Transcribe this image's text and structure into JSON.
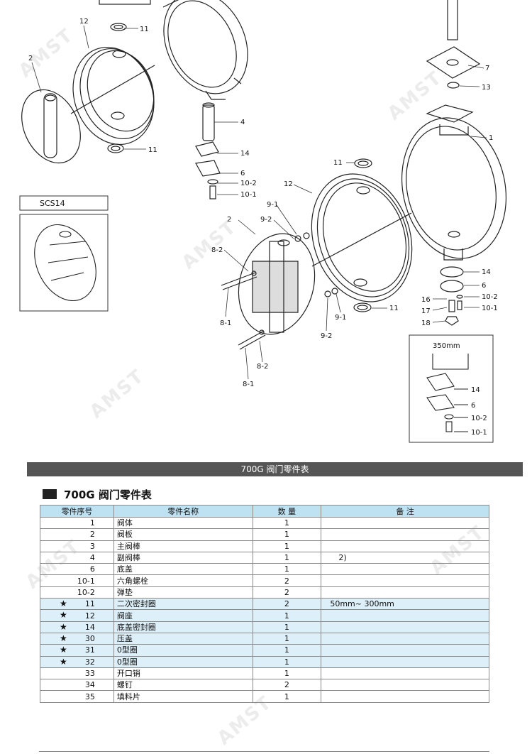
{
  "drawing": {
    "callouts": {
      "c11a": "11",
      "c12a": "12",
      "c2a": "2",
      "c11b": "11",
      "c4": "4",
      "c14a": "14",
      "c6a": "6",
      "c102a": "10-2",
      "c101a": "10-1",
      "c7": "7",
      "c13": "13",
      "c1": "1",
      "c11c": "11",
      "c12b": "12",
      "c91a": "9-1",
      "c92a": "9-2",
      "c2b": "2",
      "c82a": "8-2",
      "c81a": "8-1",
      "c82b": "8-2",
      "c81b": "8-1",
      "c11d": "11",
      "c91b": "9-1",
      "c92b": "9-2",
      "c14b": "14",
      "c6b": "6",
      "c16": "16",
      "c102b": "10-2",
      "c17": "17",
      "c101b": "10-1",
      "c18": "18",
      "c14c": "14",
      "c6c": "6",
      "c102c": "10-2",
      "c101c": "10-1"
    },
    "scs_label": "SCS14",
    "inset_label": "350mm"
  },
  "banner": "700G  阀门零件表",
  "section_title": "700G  阀门零件表",
  "table": {
    "headers": [
      "零件序号",
      "零件名称",
      "数  量",
      "备    注"
    ],
    "rows": [
      {
        "star": "",
        "no": "1",
        "name": "阀体",
        "qty": "1",
        "note": ""
      },
      {
        "star": "",
        "no": "2",
        "name": "阀板",
        "qty": "1",
        "note": ""
      },
      {
        "star": "",
        "no": "3",
        "name": "主阀棒",
        "qty": "1",
        "note": ""
      },
      {
        "star": "",
        "no": "4",
        "name": "副阀棒",
        "qty": "1",
        "note": "2)"
      },
      {
        "star": "",
        "no": "6",
        "name": "底盖",
        "qty": "1",
        "note": ""
      },
      {
        "star": "",
        "no": "10-1",
        "name": "六角螺栓",
        "qty": "2",
        "note": ""
      },
      {
        "star": "",
        "no": "10-2",
        "name": "弹垫",
        "qty": "2",
        "note": ""
      },
      {
        "star": "★",
        "no": "11",
        "name": "二次密封圈",
        "qty": "2",
        "note": "50mm~ 300mm"
      },
      {
        "star": "★",
        "no": "12",
        "name": "阀座",
        "qty": "1",
        "note": ""
      },
      {
        "star": "★",
        "no": "14",
        "name": "底盖密封圈",
        "qty": "1",
        "note": ""
      },
      {
        "star": "★",
        "no": "30",
        "name": "压盖",
        "qty": "1",
        "note": ""
      },
      {
        "star": "★",
        "no": "31",
        "name": "0型圈",
        "qty": "1",
        "note": ""
      },
      {
        "star": "★",
        "no": "32",
        "name": "0型圈",
        "qty": "1",
        "note": ""
      },
      {
        "star": "",
        "no": "33",
        "name": "开口销",
        "qty": "1",
        "note": ""
      },
      {
        "star": "",
        "no": "34",
        "name": "螺钉",
        "qty": "2",
        "note": ""
      },
      {
        "star": "",
        "no": "35",
        "name": "填料片",
        "qty": "1",
        "note": ""
      }
    ]
  }
}
